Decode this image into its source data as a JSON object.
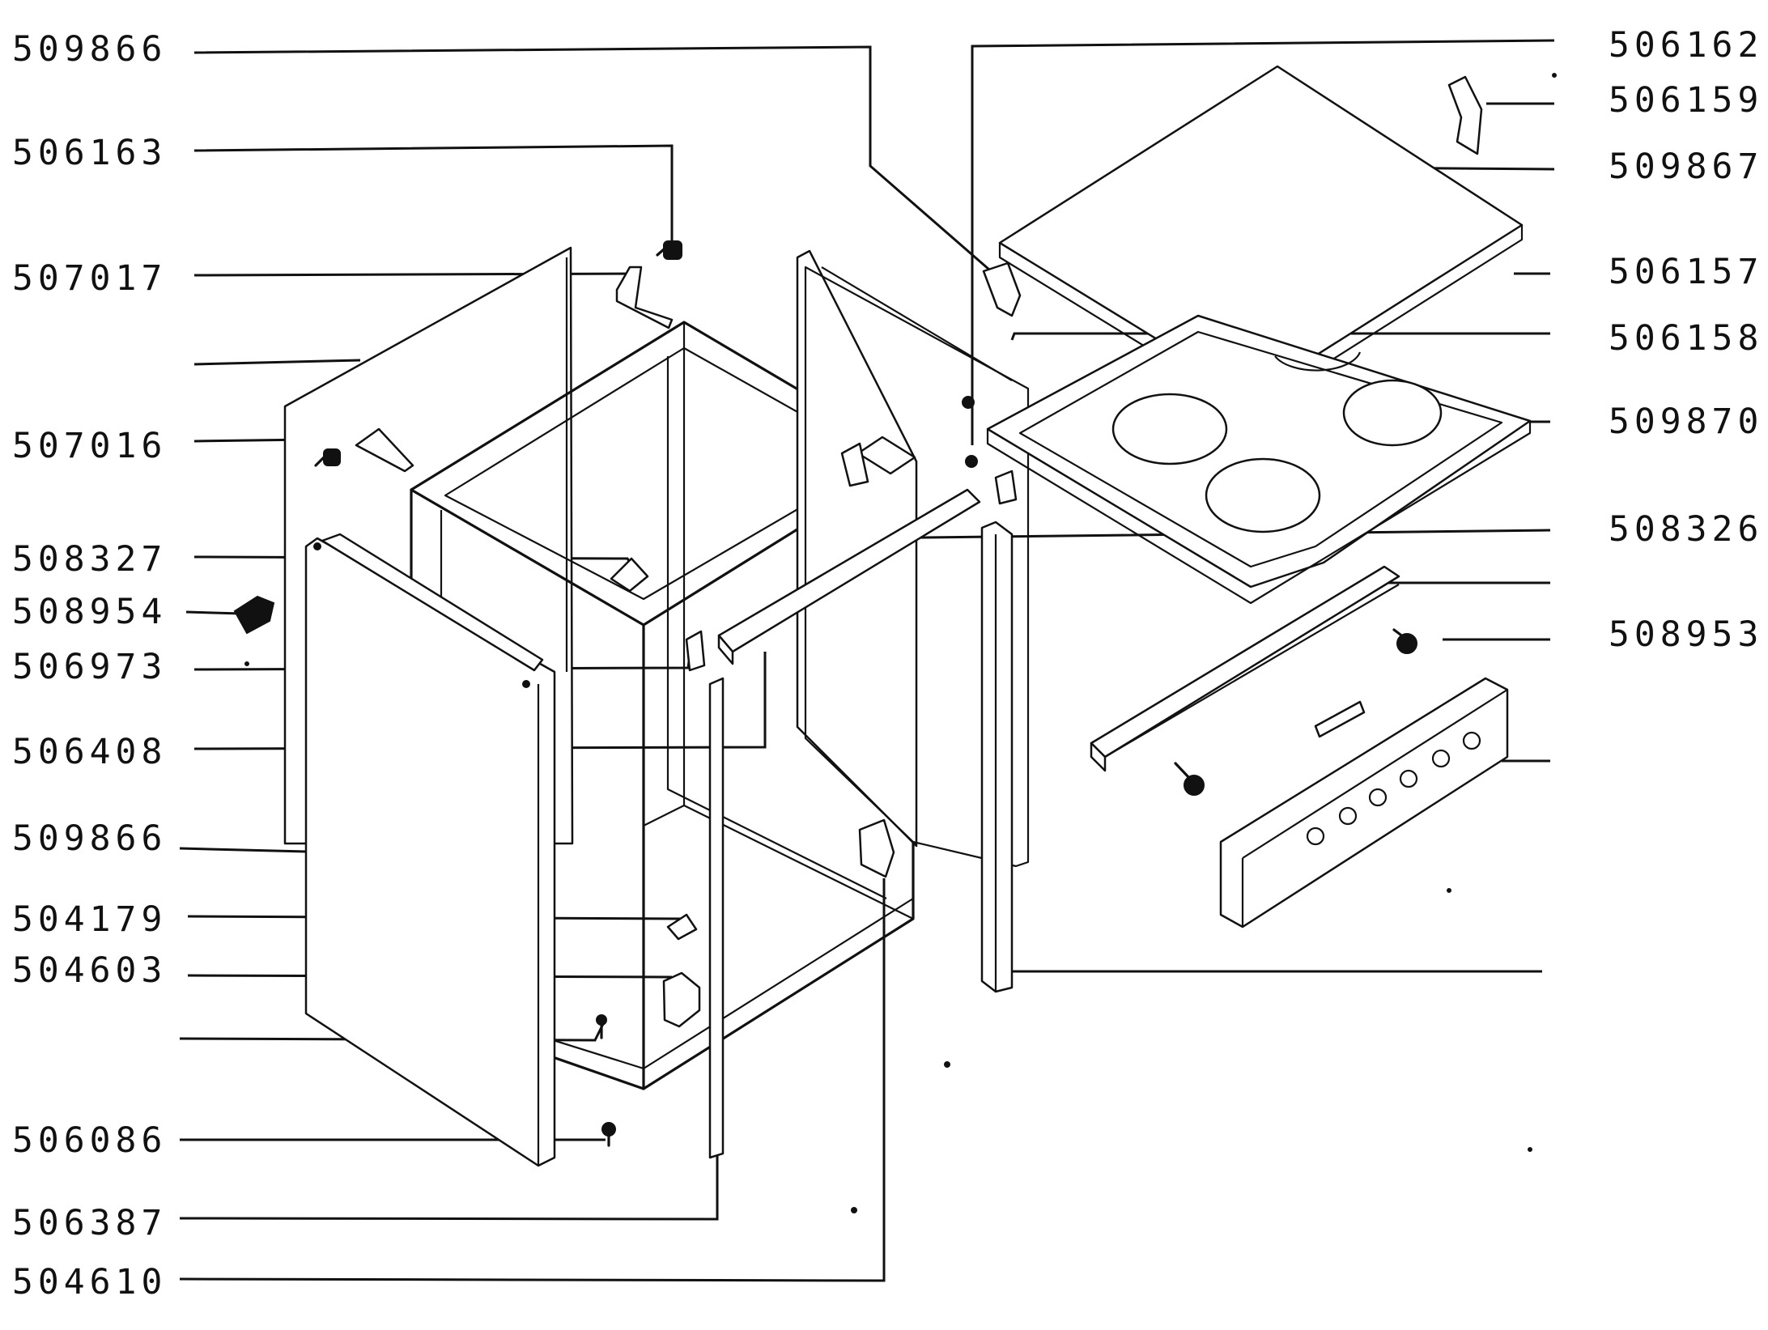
{
  "labels_left": [
    "509866",
    "506163",
    "507017",
    "507016",
    "508327",
    "508954",
    "506973",
    "506408",
    "509866",
    "504179",
    "504603",
    "506086",
    "506387",
    "504610"
  ],
  "labels_right": [
    "506162",
    "506159",
    "509867",
    "506157",
    "506158",
    "509870",
    "508326",
    "508953"
  ],
  "colors": {
    "ink": "#111111",
    "paper": "#ffffff"
  }
}
